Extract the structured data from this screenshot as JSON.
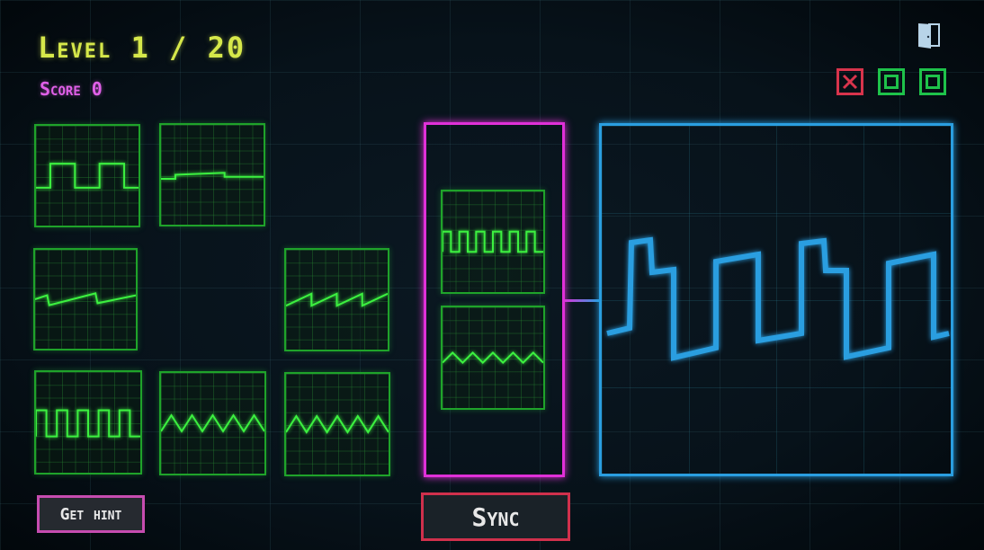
{
  "header": {
    "level_label": "Level 1 / 20",
    "score_label": "Score 0"
  },
  "controls": {
    "exit_icon": "door-exit-icon",
    "buttons": [
      {
        "icon": "close-x-icon",
        "color": "#d8344c"
      },
      {
        "icon": "square-icon",
        "color": "#1ec24a"
      },
      {
        "icon": "square-icon",
        "color": "#1ec24a"
      }
    ]
  },
  "waveform_cards": [
    {
      "wave": "square"
    },
    {
      "wave": "flat-step"
    },
    {
      "wave": "sawtooth-slow"
    },
    {
      "wave": "sawtooth"
    },
    {
      "wave": "square-fast"
    },
    {
      "wave": "triangle"
    },
    {
      "wave": "triangle"
    }
  ],
  "selected_waves": [
    {
      "wave": "square-fast"
    },
    {
      "wave": "triangle-small"
    }
  ],
  "output": {
    "wave": "combined",
    "color": "#2a9ee0"
  },
  "buttons": {
    "hint": "Get hint",
    "sync": "Sync"
  },
  "colors": {
    "level": "#d6e84a",
    "score": "#e060e8",
    "wave": "#3cf040",
    "selected_border": "#e030d8"
  }
}
